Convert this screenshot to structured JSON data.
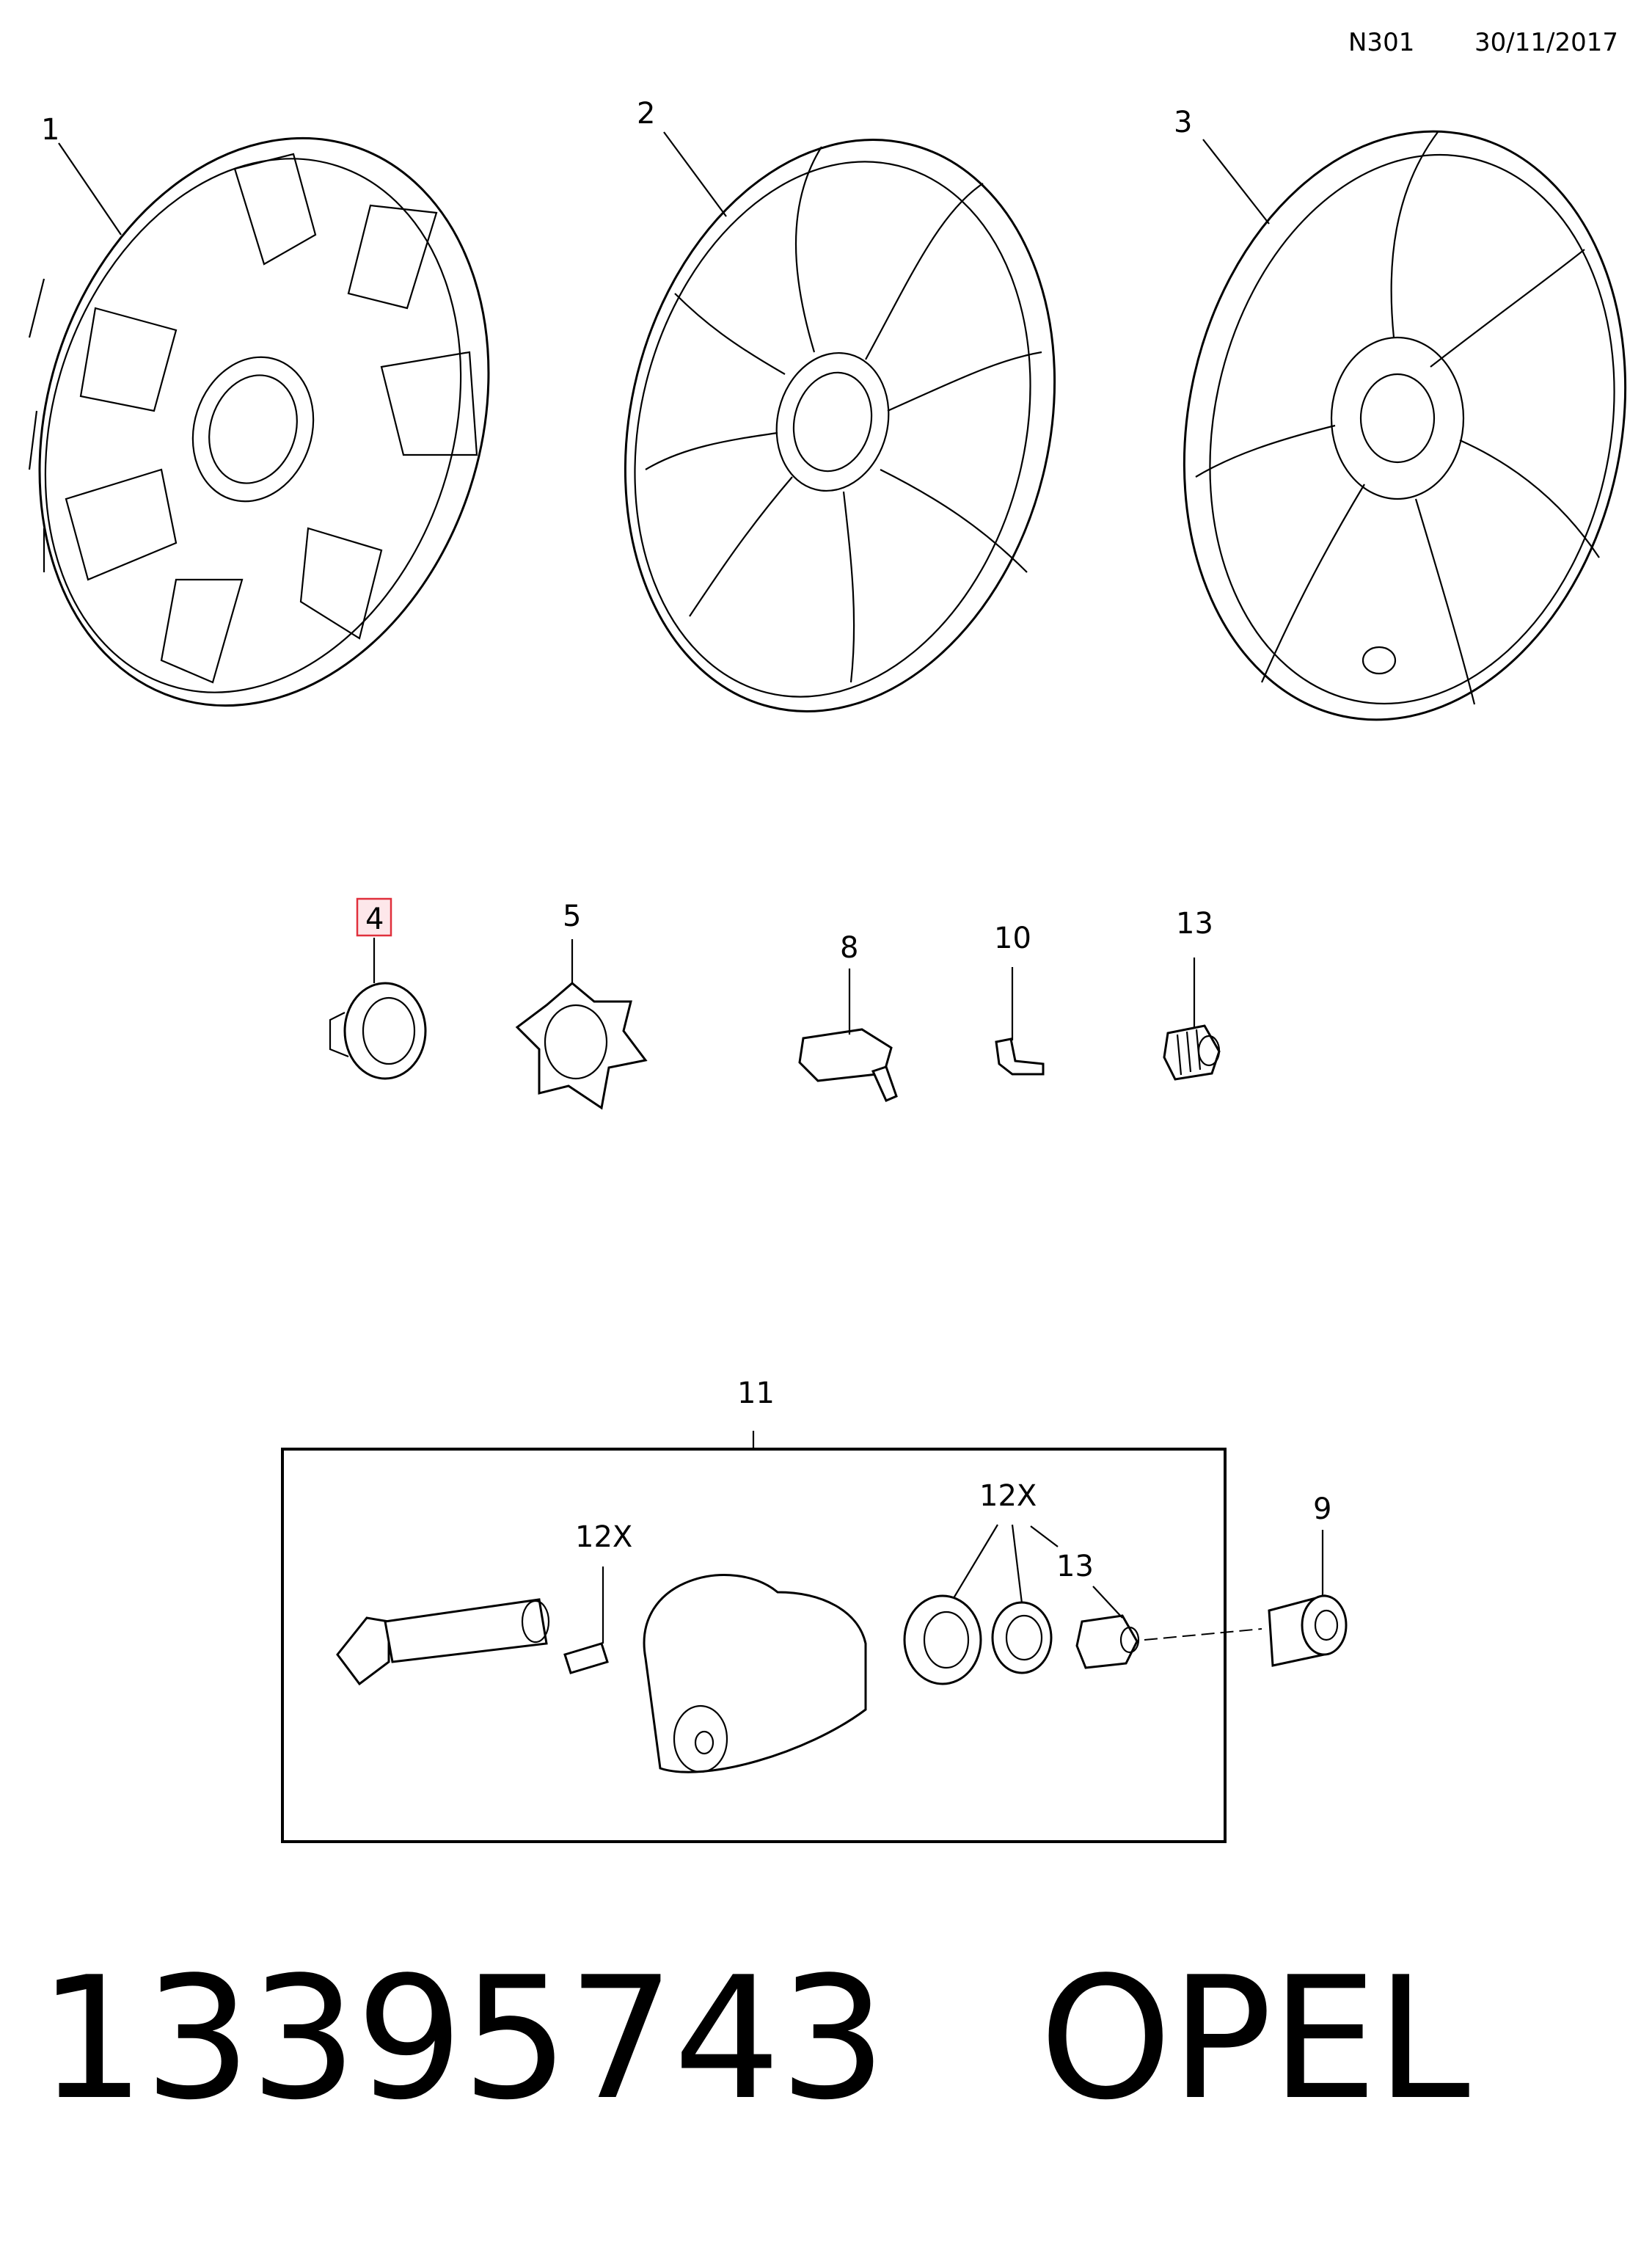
{
  "header": {
    "code": "N301",
    "date": "30/11/2017"
  },
  "callouts": {
    "c1": "1",
    "c2": "2",
    "c3": "3",
    "c4": "4",
    "c5": "5",
    "c8": "8",
    "c10": "10",
    "c13": "13",
    "c11": "11",
    "c9": "9",
    "c12x_a": "12X",
    "c12x_b": "12X",
    "c13b": "13"
  },
  "highlight_color": "#e0303c",
  "footer": {
    "part_number": "13395743",
    "brand": "OPEL"
  }
}
